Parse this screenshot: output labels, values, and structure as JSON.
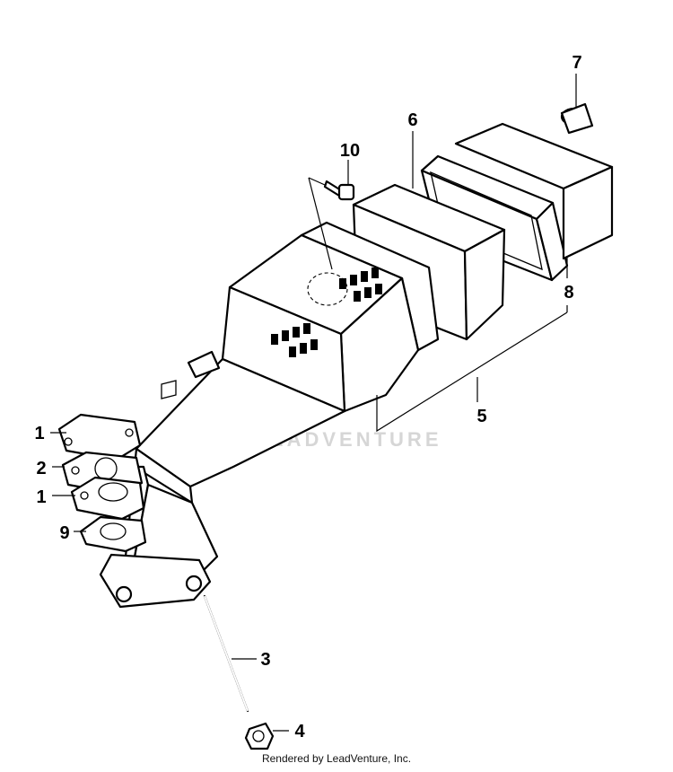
{
  "diagram": {
    "callouts": [
      "7",
      "6",
      "10",
      "8",
      "5",
      "1",
      "2",
      "1",
      "9",
      "3",
      "4"
    ]
  },
  "watermark": {
    "text": "LEADVENTURE",
    "icon": "leadventure-logo-icon"
  },
  "footer": {
    "credit": "Rendered by LeadVenture, Inc."
  }
}
